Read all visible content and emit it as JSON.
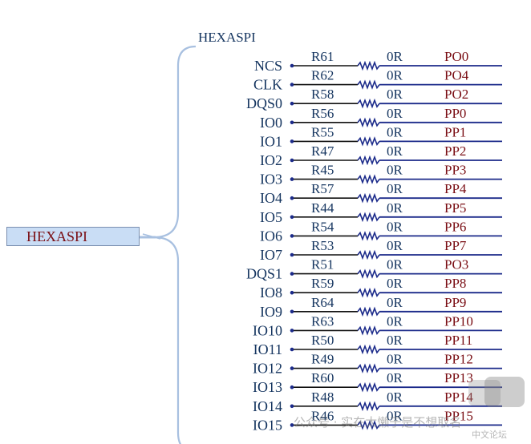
{
  "block_title": "HEXASPI",
  "port": {
    "label": "HEXASPI"
  },
  "rows": [
    {
      "pin": "NCS",
      "res": "R61",
      "val": "0R",
      "net": "PO0"
    },
    {
      "pin": "CLK",
      "res": "R62",
      "val": "0R",
      "net": "PO4"
    },
    {
      "pin": "DQS0",
      "res": "R58",
      "val": "0R",
      "net": "PO2"
    },
    {
      "pin": "IO0",
      "res": "R56",
      "val": "0R",
      "net": "PP0"
    },
    {
      "pin": "IO1",
      "res": "R55",
      "val": "0R",
      "net": "PP1"
    },
    {
      "pin": "IO2",
      "res": "R47",
      "val": "0R",
      "net": "PP2"
    },
    {
      "pin": "IO3",
      "res": "R45",
      "val": "0R",
      "net": "PP3"
    },
    {
      "pin": "IO4",
      "res": "R57",
      "val": "0R",
      "net": "PP4"
    },
    {
      "pin": "IO5",
      "res": "R44",
      "val": "0R",
      "net": "PP5"
    },
    {
      "pin": "IO6",
      "res": "R54",
      "val": "0R",
      "net": "PP6"
    },
    {
      "pin": "IO7",
      "res": "R53",
      "val": "0R",
      "net": "PP7"
    },
    {
      "pin": "DQS1",
      "res": "R51",
      "val": "0R",
      "net": "PO3"
    },
    {
      "pin": "IO8",
      "res": "R59",
      "val": "0R",
      "net": "PP8"
    },
    {
      "pin": "IO9",
      "res": "R64",
      "val": "0R",
      "net": "PP9"
    },
    {
      "pin": "IO10",
      "res": "R63",
      "val": "0R",
      "net": "PP10"
    },
    {
      "pin": "IO11",
      "res": "R50",
      "val": "0R",
      "net": "PP11"
    },
    {
      "pin": "IO12",
      "res": "R49",
      "val": "0R",
      "net": "PP12"
    },
    {
      "pin": "IO13",
      "res": "R60",
      "val": "0R",
      "net": "PP13"
    },
    {
      "pin": "IO14",
      "res": "R48",
      "val": "0R",
      "net": "PP14"
    },
    {
      "pin": "IO15",
      "res": "R46",
      "val": "0R",
      "net": "PP15"
    }
  ],
  "watermark": {
    "text": "公众号 · 实在太懒于是不想取名",
    "subtext": "中文论坛"
  },
  "colors": {
    "wire": "#1b2a8a",
    "text": "#14345f",
    "net": "#7a0e14",
    "bus": "#a8c0e0",
    "port_fill": "#c9ddf5"
  }
}
